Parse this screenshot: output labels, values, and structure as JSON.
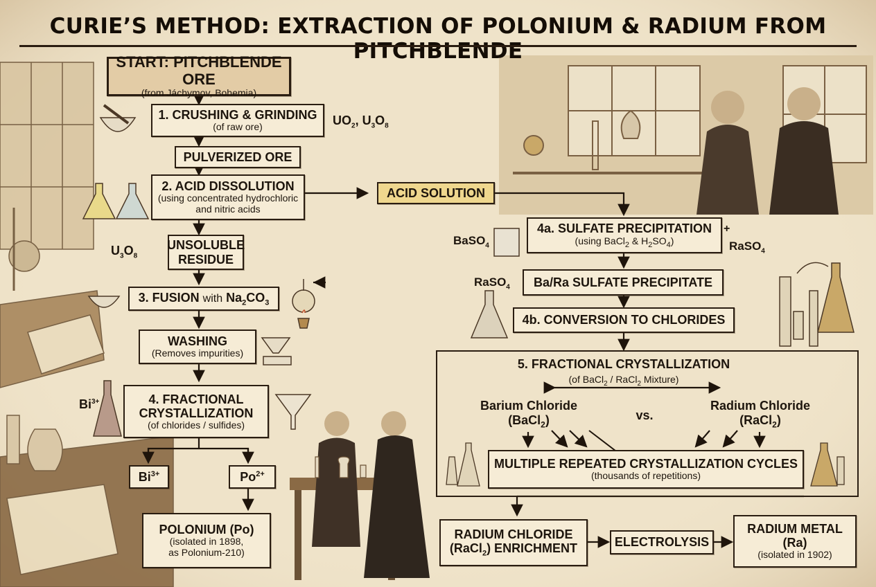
{
  "title": "CURIE’S METHOD: EXTRACTION OF POLONIUM & RADIUM FROM PITCHBLENDE",
  "left": {
    "start": {
      "title": "START: PITCHBLENDE ORE",
      "sub": "(from Jáchymov, Bohemia)"
    },
    "crushing": {
      "title": "1. CRUSHING & GRINDING",
      "sub": "(of raw ore)"
    },
    "pulverized": "PULVERIZED ORE",
    "acid": {
      "title": "2. ACID DISSOLUTION",
      "sub1": "(using concentrated hydrochloric",
      "sub2": "and nitric acids"
    },
    "residue": {
      "line1": "UNSOLUBLE",
      "line2": "RESIDUE"
    },
    "fusion": {
      "title": "3. FUSION",
      "with": "with",
      "na": "Na",
      "two": "2",
      "co": "CO",
      "three": "3"
    },
    "washing": {
      "title": "WASHING",
      "sub": "(Removes impurities)"
    },
    "fractional": {
      "line1": "4. FRACTIONAL",
      "line2": "CRYSTALLIZATION",
      "sub": "(of chlorides / sulfides)"
    },
    "bi": {
      "base": "Bi",
      "charge": "3+"
    },
    "po": {
      "base": "Po",
      "charge": "2+"
    },
    "polonium": {
      "title": "POLONIUM (Po)",
      "sub1": "(isolated in 1898,",
      "sub2": "as Polonium-210)"
    }
  },
  "side_labels": {
    "uo2": {
      "a": "UO",
      "a2": "2",
      "sep": ", U",
      "b3": "3",
      "o": "O",
      "b8": "8"
    },
    "u3o8": {
      "u": "U",
      "three": "3",
      "o": "O",
      "eight": "8"
    },
    "bi_left": {
      "base": "Bi",
      "charge": "3+"
    },
    "baso4": {
      "base": "BaSO",
      "four": "4"
    },
    "plus": "+",
    "raso4_right": {
      "base": "RaSO",
      "four": "4"
    },
    "raso4_left": {
      "base": "RaSO",
      "four": "4"
    }
  },
  "right": {
    "acid_solution": "ACID SOLUTION",
    "sulfate": {
      "title": "4a. SULFATE PRECIPITATION",
      "sub_a": "(using BaCl",
      "sub_2a": "2",
      "sub_b": " & H",
      "sub_2b": "2",
      "sub_c": "SO",
      "sub_4": "4",
      "sub_d": ")"
    },
    "ba_ra": "Ba/Ra SULFATE PRECIPITATE",
    "chlorides": "4b. CONVERSION TO CHLORIDES",
    "frac5": {
      "title": "5. FRACTIONAL CRYSTALLIZATION",
      "sub_a": "(of BaCl",
      "sub_2a": "2",
      "sub_b": " / RaCl",
      "sub_2b": "2",
      "sub_c": " Mixture)"
    },
    "barium": {
      "line1": "Barium Chloride",
      "l2a": "(BaCl",
      "l2b": "2",
      "l2c": ")"
    },
    "vs": "vs.",
    "radium": {
      "line1": "Radium Chloride",
      "l2a": "(RaCl",
      "l2b": "2",
      "l2c": ")"
    },
    "cycles": {
      "title": "MULTIPLE REPEATED CRYSTALLIZATION CYCLES",
      "sub": "(thousands of repetitions)"
    },
    "enrich": {
      "line1": "RADIUM CHLORIDE",
      "l2a": "(RaCl",
      "l2b": "2",
      "l2c": ") ENRICHMENT"
    },
    "electrolysis": "ELECTROLYSIS",
    "radium_metal": {
      "line1": "RADIUM METAL",
      "line2": "(Ra)",
      "sub": "(isolated in 1902)"
    }
  },
  "colors": {
    "background": "#efe3c9",
    "box": "#f6ecd6",
    "start_box": "#e3cca6",
    "highlight_box": "#efd78e",
    "ink": "#2a1d11"
  }
}
